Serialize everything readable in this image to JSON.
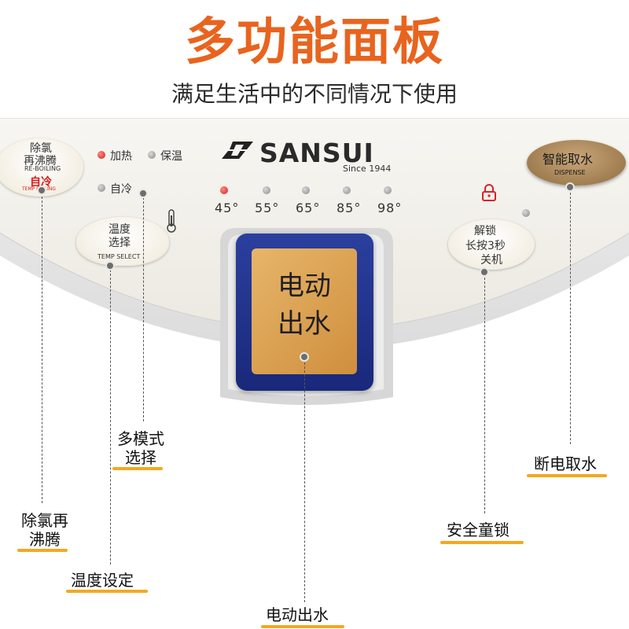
{
  "header": {
    "title": "多功能面板",
    "subtitle": "满足生活中的不同情况下使用"
  },
  "panel": {
    "brand": "SANSUI",
    "since": "Since 1944",
    "reboil_button": {
      "line1": "除氯",
      "line2": "再沸腾",
      "sub": "RE-BOILING",
      "tag": "自冷",
      "tag_sub": "TEMP BOILING"
    },
    "temp_select_button": {
      "line1": "温度",
      "line2": "选择",
      "sub": "TEMP SELECT"
    },
    "mode_indicators": {
      "heat": "加热",
      "keep_warm": "保温",
      "self_cool": "自冷"
    },
    "temperatures": [
      "45°",
      "55°",
      "65°",
      "85°",
      "98°"
    ],
    "dispense_button": {
      "line1": "电动",
      "line2": "出水"
    },
    "unlock_button": {
      "line1": "解锁",
      "line2": "长按3秒",
      "line3": "关机"
    },
    "smart_dispense_button": {
      "label": "智能取水",
      "sub": "DISPENSE"
    }
  },
  "callouts": {
    "multi_mode": {
      "line1": "多模式",
      "line2": "选择"
    },
    "power_off_dispense": "断电取水",
    "reboil": {
      "line1": "除氯再",
      "line2": "沸腾"
    },
    "safety_lock": "安全童锁",
    "temp_setting": "温度设定",
    "electric_dispense": "电动出水"
  },
  "colors": {
    "title": "#e8641e",
    "underline": "#f4a820",
    "dispense_frame": "#1f2f8a",
    "dispense_button": "#d9a052",
    "smart_button": "#a8834f",
    "active_dot": "#d81b1b"
  },
  "indicator_state": {
    "heat_active": true,
    "active_temperature": "45°"
  }
}
